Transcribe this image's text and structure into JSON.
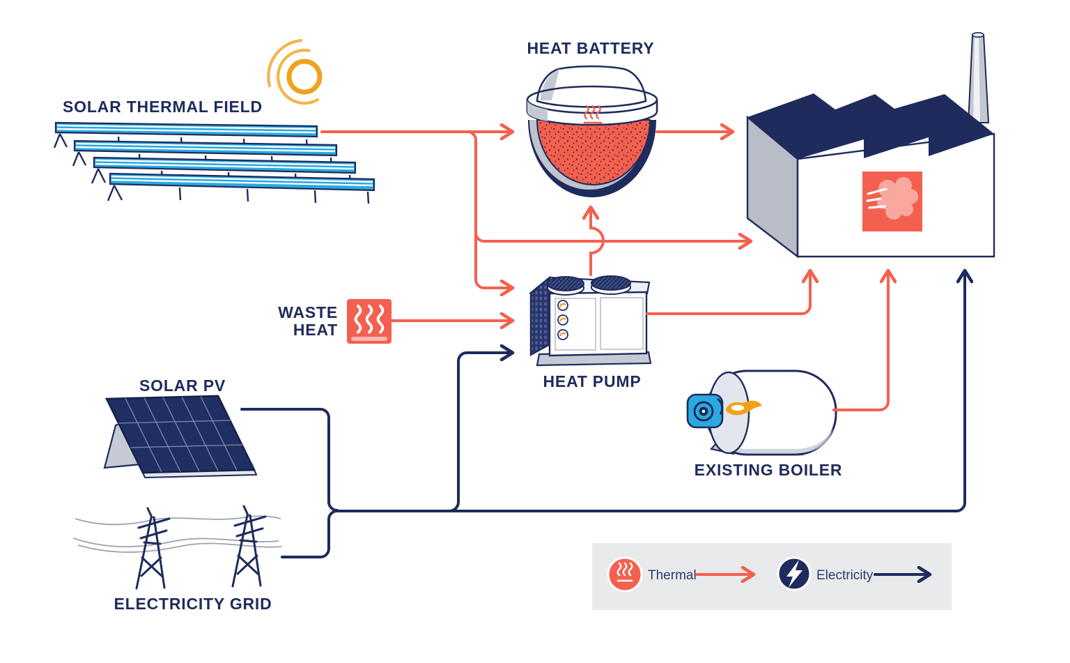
{
  "nodes": {
    "solar_thermal_field": {
      "label": "SOLAR THERMAL FIELD"
    },
    "heat_battery": {
      "label": "HEAT BATTERY"
    },
    "waste_heat": {
      "label_lines": [
        "WASTE",
        "HEAT"
      ]
    },
    "heat_pump": {
      "label": "HEAT PUMP"
    },
    "solar_pv": {
      "label": "SOLAR PV"
    },
    "electricity_grid": {
      "label": "ELECTRICITY GRID"
    },
    "existing_boiler": {
      "label": "EXISTING BOILER"
    },
    "factory": {
      "label": ""
    }
  },
  "legend": {
    "items": [
      {
        "id": "thermal",
        "label": "Thermal",
        "color": "#f4604e",
        "icon": "heat-waves-icon"
      },
      {
        "id": "electricity",
        "label": "Electricity",
        "color": "#1e2b5c",
        "icon": "lightning-icon"
      }
    ]
  },
  "flows": [
    {
      "from": "solar-thermal-field",
      "to": "heat-battery",
      "type": "thermal"
    },
    {
      "from": "solar-thermal-field",
      "to": "factory",
      "type": "thermal"
    },
    {
      "from": "solar-thermal-field",
      "to": "heat-pump",
      "type": "thermal"
    },
    {
      "from": "heat-battery",
      "to": "factory",
      "type": "thermal"
    },
    {
      "from": "waste-heat",
      "to": "heat-pump",
      "type": "thermal"
    },
    {
      "from": "heat-pump",
      "to": "heat-battery",
      "type": "thermal"
    },
    {
      "from": "heat-pump",
      "to": "factory",
      "type": "thermal"
    },
    {
      "from": "existing-boiler",
      "to": "factory",
      "type": "thermal"
    },
    {
      "from": "solar-pv",
      "to": "electricity-bus",
      "type": "electricity"
    },
    {
      "from": "electricity-grid",
      "to": "electricity-bus",
      "type": "electricity"
    },
    {
      "from": "electricity-bus",
      "to": "heat-pump",
      "type": "electricity"
    },
    {
      "from": "electricity-bus",
      "to": "factory",
      "type": "electricity"
    }
  ],
  "colors": {
    "thermal_line": "#f4604e",
    "electricity_line": "#1e2b5c",
    "navy_text": "#1e2b5c",
    "collector_blue": "#2aa9e0",
    "sun_orange": "#eea31e",
    "flame_orange": "#f0a21c",
    "legend_background": "#e9eaec",
    "shade_grey": "#bfc3cd"
  }
}
